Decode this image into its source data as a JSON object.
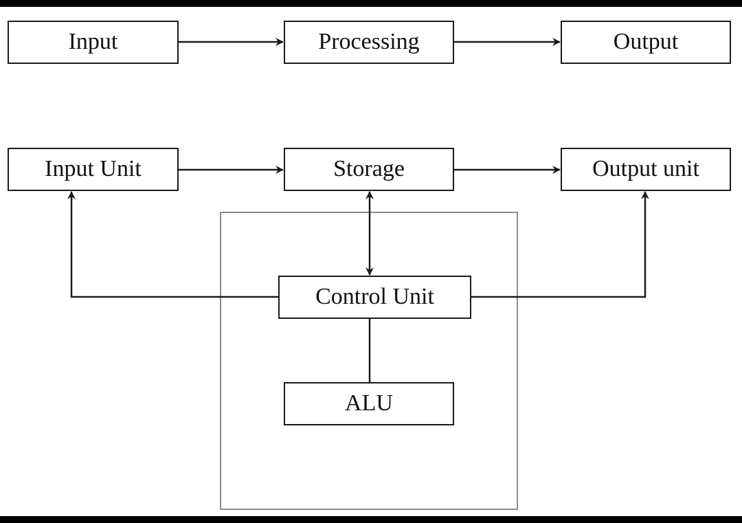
{
  "flow": {
    "input_label": "Input",
    "processing_label": "Processing",
    "output_label": "Output"
  },
  "architecture": {
    "input_unit_label": "Input Unit",
    "storage_label": "Storage",
    "output_unit_label": "Output unit",
    "control_unit_label": "Control Unit",
    "alu_label": "ALU"
  },
  "colors": {
    "background": "#ffffff",
    "frame": "#000000",
    "line": "#1a1a1a",
    "cpu_border": "#8c8c8c"
  }
}
